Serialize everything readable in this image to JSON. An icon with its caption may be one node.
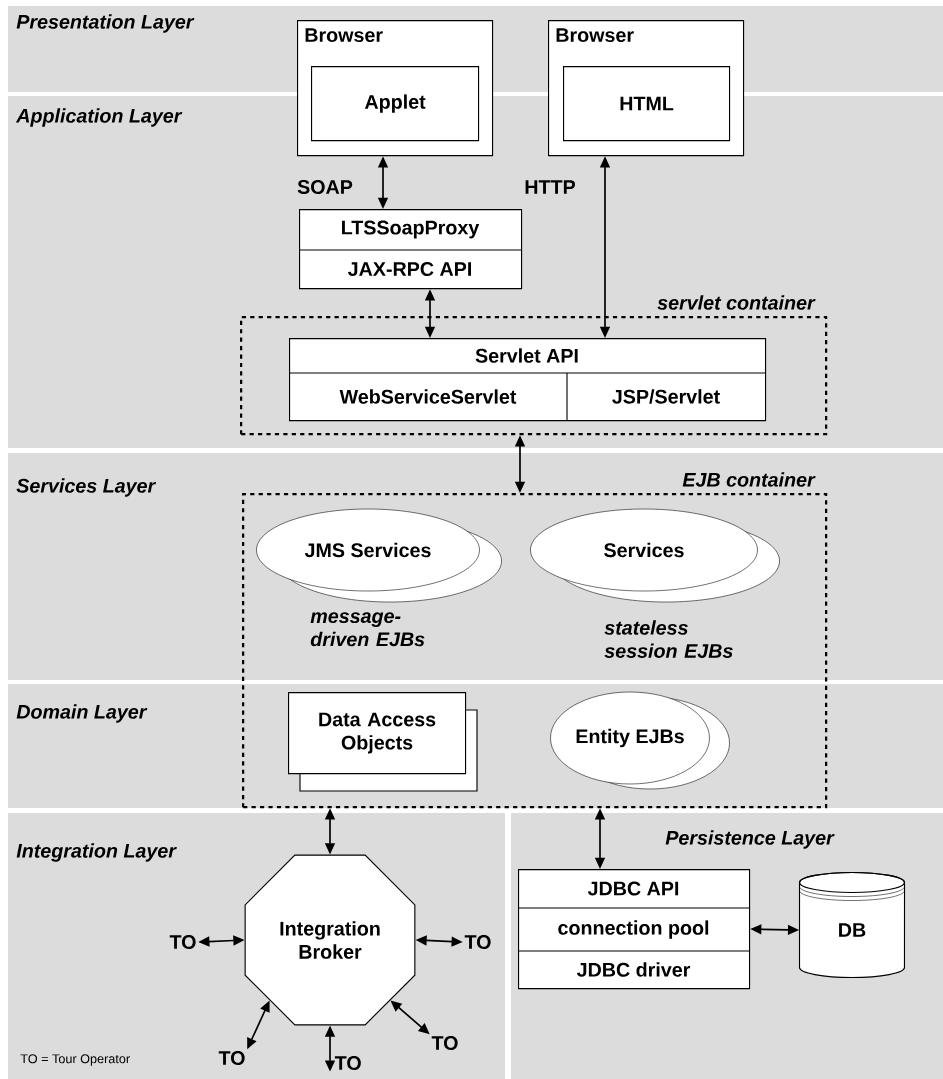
{
  "diagram": {
    "nodes": [
      {
        "text": [
          "Browser"
        ]
      },
      {
        "text": [
          "Applet"
        ],
        "in": 0
      },
      {
        "text": [
          "Browser"
        ]
      },
      {
        "text": [
          "HTML"
        ],
        "in": 2
      },
      {
        "text": [
          "LTSSoapProxy",
          "JAX-RPC API"
        ]
      },
      {
        "text": [
          "servlet container"
        ]
      },
      {
        "text": [
          "Servlet API",
          "WebServiceServlet",
          "JSP/Servlet"
        ],
        "in": 5
      },
      {
        "text": [
          "EJB container"
        ]
      },
      {
        "text": [
          "JMS Services"
        ],
        "beside": [
          "message-driven EJBs"
        ],
        "in": 7
      },
      {
        "text": [
          "Services"
        ],
        "beside": [
          "stateless session EJBs"
        ],
        "in": 7
      },
      {
        "text": [
          "Data Access Objects"
        ],
        "in": 7
      },
      {
        "text": [
          "Entity EJBs"
        ],
        "in": 7
      },
      {
        "text": [
          "Integration Broker"
        ]
      },
      {
        "text": [
          "TO"
        ]
      },
      {
        "text": [
          "TO"
        ]
      },
      {
        "text": [
          "TO"
        ]
      },
      {
        "text": [
          "TO"
        ]
      },
      {
        "text": [
          "TO"
        ]
      },
      {
        "text": [
          "JDBC API",
          "connection pool",
          "JDBC driver"
        ]
      },
      {
        "text": [
          "DB"
        ]
      }
    ],
    "edges": [
      {
        "from": 0,
        "to": 4,
        "arrow": "both",
        "label": "SOAP"
      },
      {
        "from": 2,
        "to": 6,
        "arrow": "both",
        "label": "HTTP"
      },
      {
        "from": 4,
        "to": 6,
        "arrow": "both"
      },
      {
        "from": 5,
        "to": 7,
        "arrow": "both"
      },
      {
        "from": 7,
        "to": 12,
        "arrow": "both"
      },
      {
        "from": 7,
        "to": 18,
        "arrow": "both"
      },
      {
        "from": 18,
        "to": 19,
        "arrow": "both"
      },
      {
        "from": 12,
        "to": 13,
        "arrow": "both"
      },
      {
        "from": 12,
        "to": 14,
        "arrow": "both"
      },
      {
        "from": 12,
        "to": 15,
        "arrow": "both"
      },
      {
        "from": 12,
        "to": 16,
        "arrow": "both"
      },
      {
        "from": 12,
        "to": 17,
        "arrow": "both"
      }
    ],
    "labels": [
      "Presentation Layer",
      "Application Layer",
      "Services Layer",
      "Domain Layer",
      "Integration Layer",
      "Persistence Layer",
      "TO = Tour Operator"
    ]
  }
}
